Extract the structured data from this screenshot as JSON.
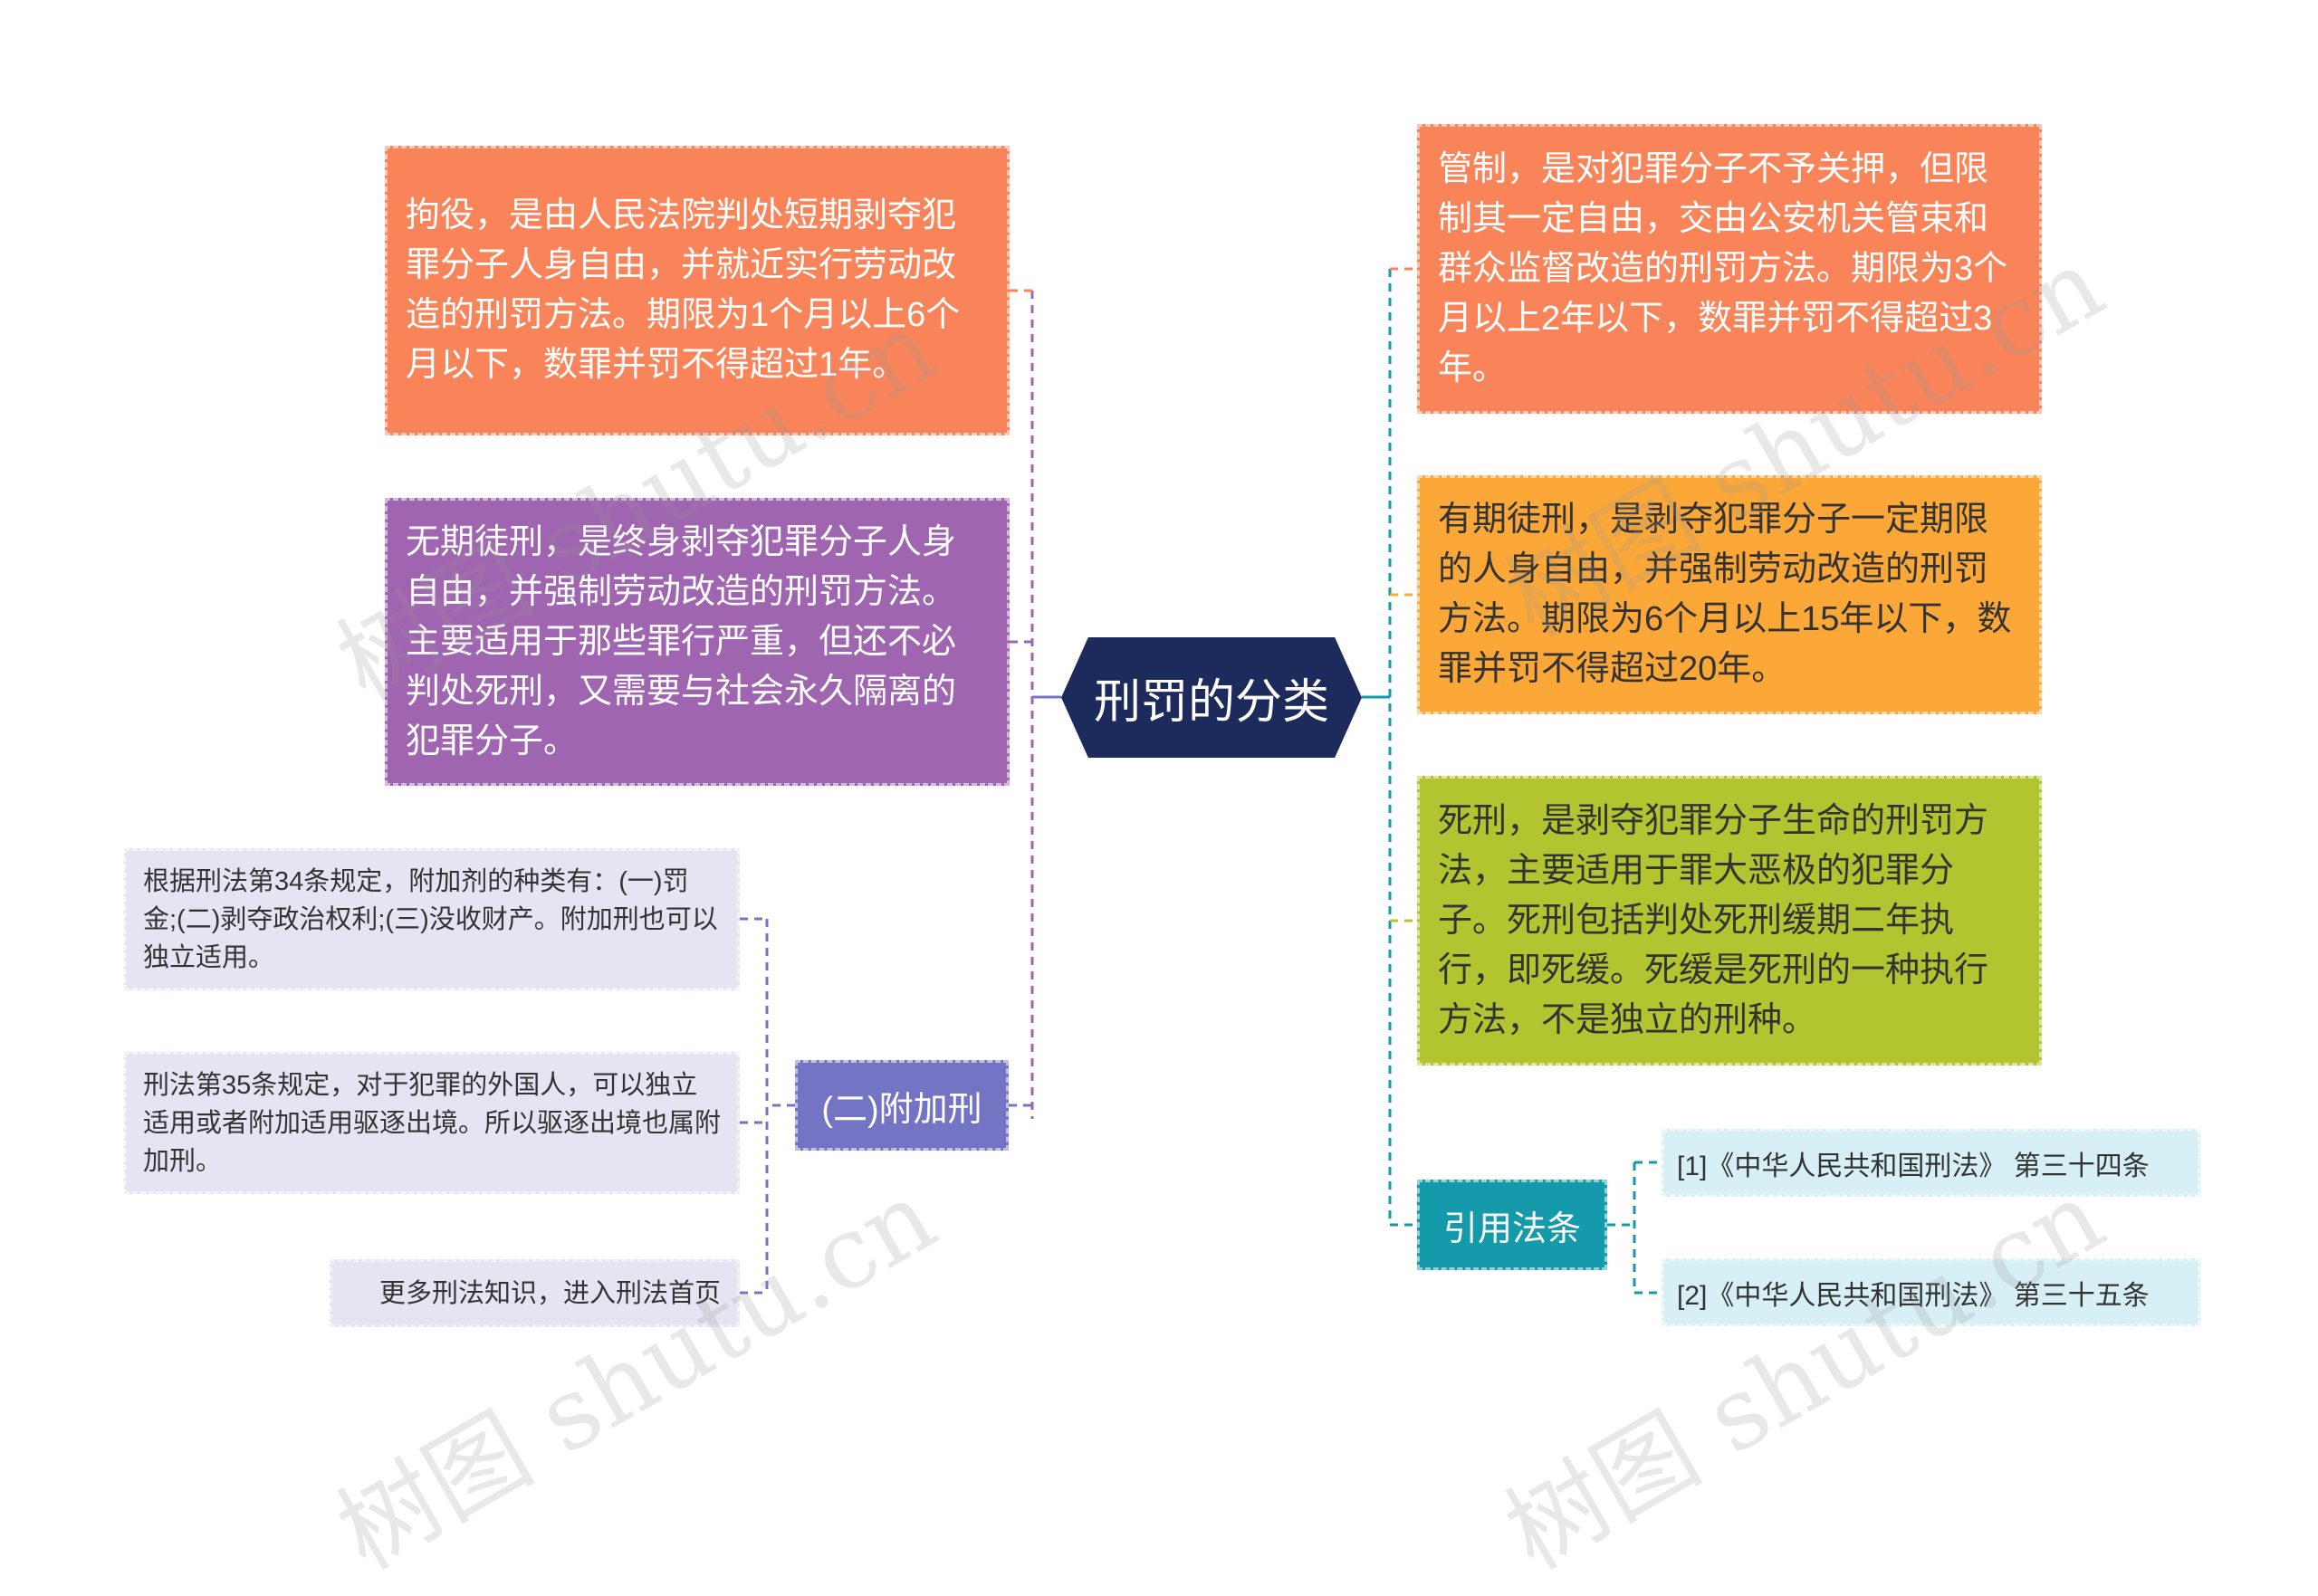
{
  "center": {
    "label": "刑罚的分类"
  },
  "left": {
    "juyi": "拘役，是由人民法院判处短期剥夺犯罪分子人身自由，并就近实行劳动改造的刑罚方法。期限为1个月以上6个月以下，数罪并罚不得超过1年。",
    "wuqi": "无期徒刑，是终身剥夺犯罪分子人身自由，并强制劳动改造的刑罚方法。主要适用于那些罪行严重，但还不必判处死刑，又需要与社会永久隔离的犯罪分子。",
    "fujia": {
      "label": "(二)附加刑",
      "children": [
        "根据刑法第34条规定，附加剂的种类有：(一)罚金;(二)剥夺政治权利;(三)没收财产。附加刑也可以独立适用。",
        "刑法第35条规定，对于犯罪的外国人，可以独立适用或者附加适用驱逐出境。所以驱逐出境也属附加刑。",
        "更多刑法知识，进入刑法首页"
      ]
    }
  },
  "right": {
    "guanzhi": "管制，是对犯罪分子不予关押，但限制其一定自由，交由公安机关管束和群众监督改造的刑罚方法。期限为3个月以上2年以下，数罪并罚不得超过3年。",
    "youqi": "有期徒刑，是剥夺犯罪分子一定期限的人身自由，并强制劳动改造的刑罚方法。期限为6个月以上15年以下，数罪并罚不得超过20年。",
    "sixing": "死刑，是剥夺犯罪分子生命的刑罚方法，主要适用于罪大恶极的犯罪分子。死刑包括判处死刑缓期二年执行，即死缓。死缓是死刑的一种执行方法，不是独立的刑种。",
    "yinyong": {
      "label": "引用法条",
      "children": [
        "[1]《中华人民共和国刑法》 第三十四条",
        "[2]《中华人民共和国刑法》 第三十五条"
      ]
    }
  },
  "watermark": "树图 shutu.cn",
  "colors": {
    "center": "#1d2a5c",
    "orange": "#f9845a",
    "purple": "#a065b0",
    "violet": "#7474c4",
    "lavender": "#e4e4f2",
    "amber": "#fba838",
    "lime": "#b2c531",
    "teal": "#149aaa",
    "lightcyan": "#d6f0f6"
  }
}
